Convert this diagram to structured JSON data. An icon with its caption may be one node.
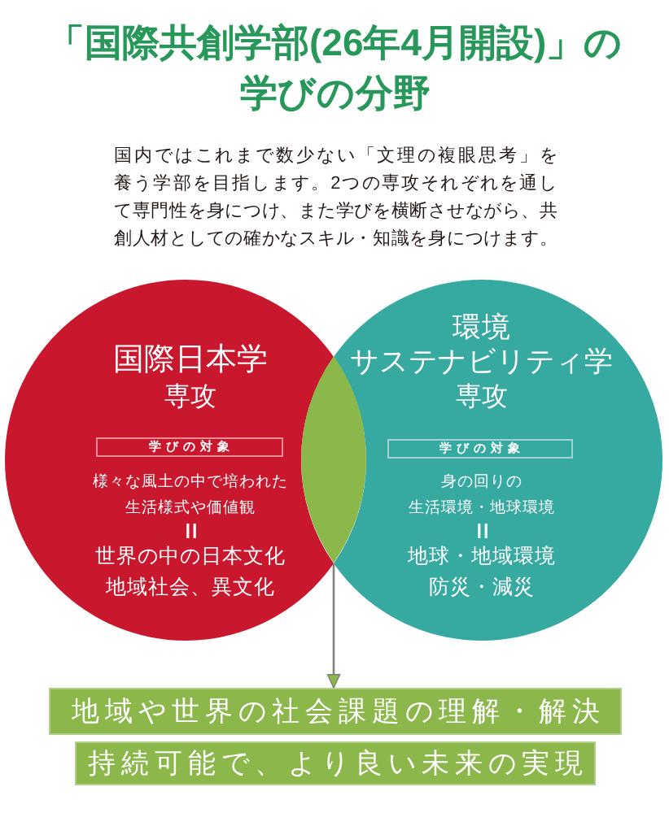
{
  "diagram": {
    "title": "「国際共創学部(26年4月開設)」の学びの分野",
    "nodes": [
      {
        "text": [
          "国際日本学",
          "専攻",
          "様々な風土の中で培われた生活様式や価値観",
          "世界の中の日本文化地域社会、異文化"
        ]
      },
      {
        "text": [
          "学びの対象"
        ],
        "in": 0
      },
      {
        "text": [
          "環境サステナビリティ学",
          "専攻",
          "身の回りの生活環境・地球環境",
          "地球・地域環境防災・減災"
        ]
      },
      {
        "text": [
          "学びの対象"
        ],
        "in": 2
      },
      {
        "text": [],
        "shape": "lens"
      },
      {
        "text": [
          "地域や世界の社会課題の理解・解決"
        ]
      },
      {
        "text": [
          "持続可能で、より良い未来の実現"
        ]
      }
    ],
    "edges": [
      {
        "from": 4,
        "to": 5,
        "arrow": "to"
      }
    ],
    "labels": [
      "国内ではこれまで数少ない「文理の複眼思考」を養う学部を目指します。2つの専攻それぞれを通して専門性を身につけ、また学びを横断させながら、共創人材としての確かなスキル・知識を身につけます。"
    ]
  }
}
